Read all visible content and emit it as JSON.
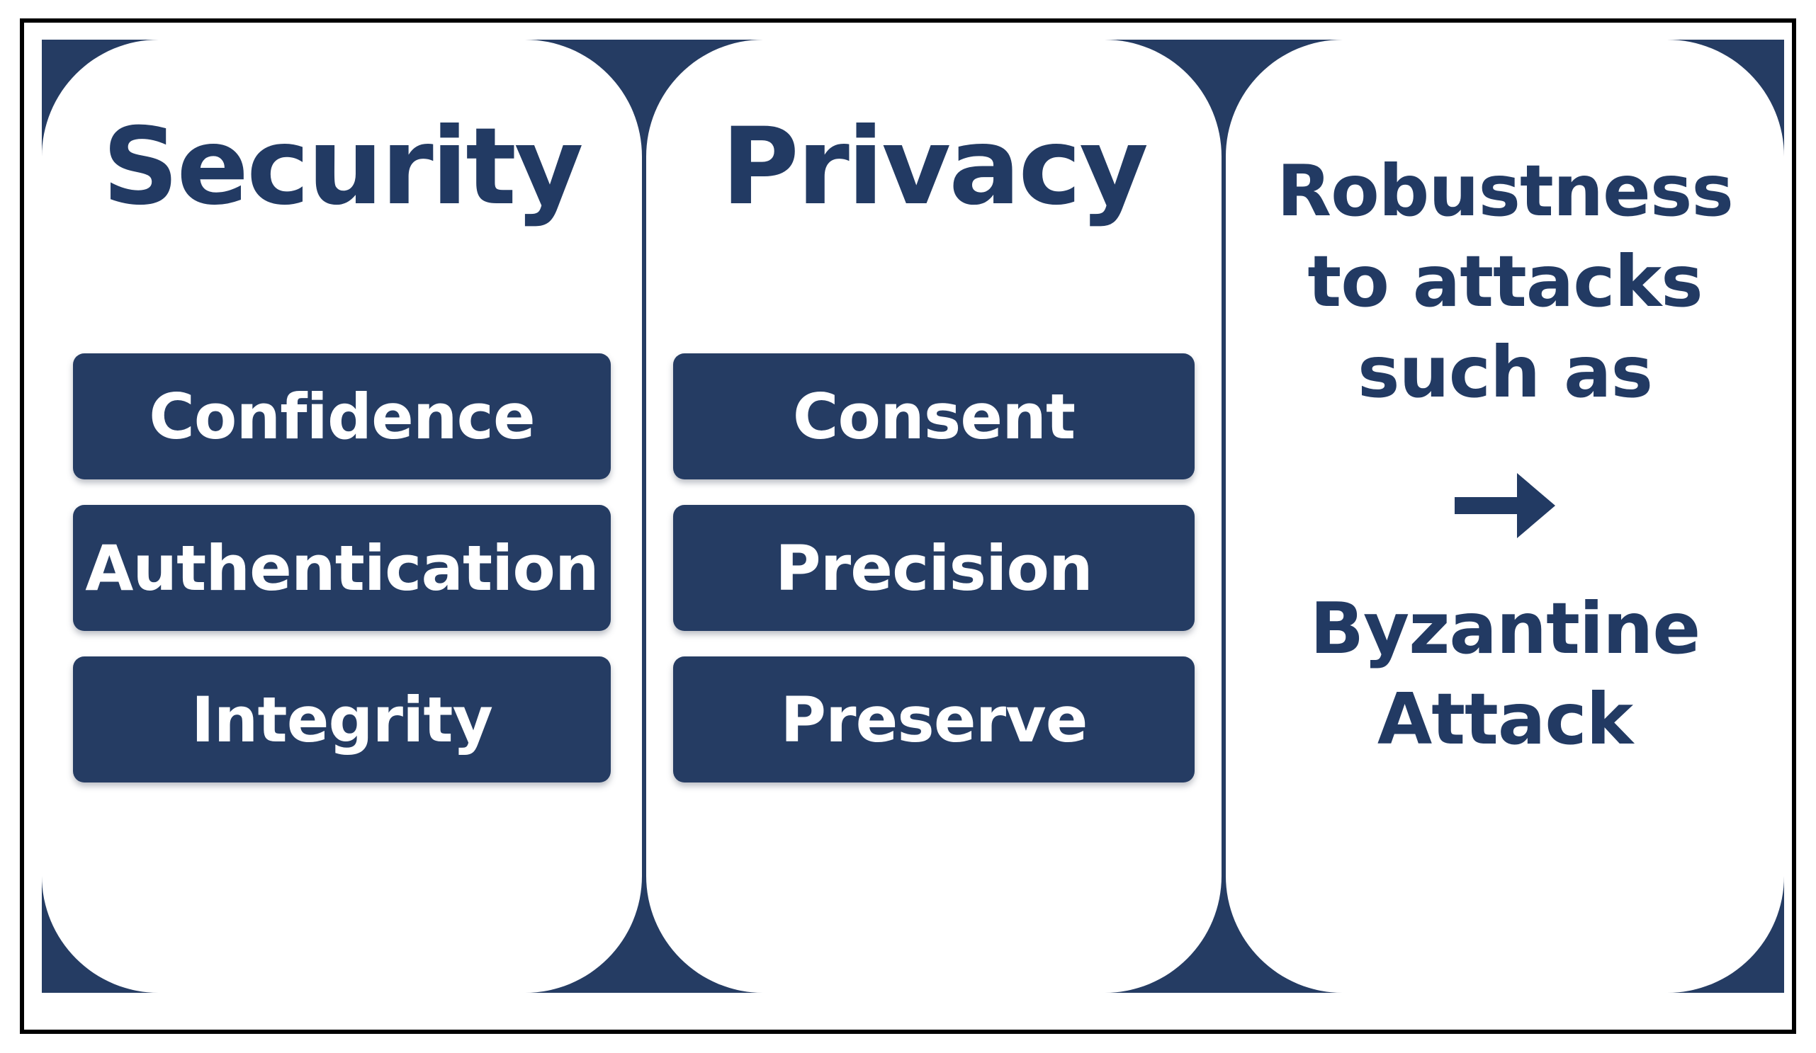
{
  "figure": {
    "navy_color": "#253C63",
    "card_color": "#ffffff",
    "text_color": "#223A63",
    "chip_text_color": "#ffffff",
    "border_color": "#000000"
  },
  "columns": [
    {
      "id": "security",
      "title": "Security",
      "chips": [
        {
          "label": "Confidence"
        },
        {
          "label": "Authentication"
        },
        {
          "label": "Integrity"
        }
      ]
    },
    {
      "id": "privacy",
      "title": "Privacy",
      "chips": [
        {
          "label": "Consent"
        },
        {
          "label": "Precision"
        },
        {
          "label": "Preserve"
        }
      ]
    },
    {
      "id": "robustness",
      "lead_line_1": "Robustness",
      "lead_line_2": "to attacks",
      "lead_line_3": "such as",
      "arrow_icon": "arrow-right-icon",
      "term_line_1": "Byzantine",
      "term_line_2": "Attack"
    }
  ]
}
